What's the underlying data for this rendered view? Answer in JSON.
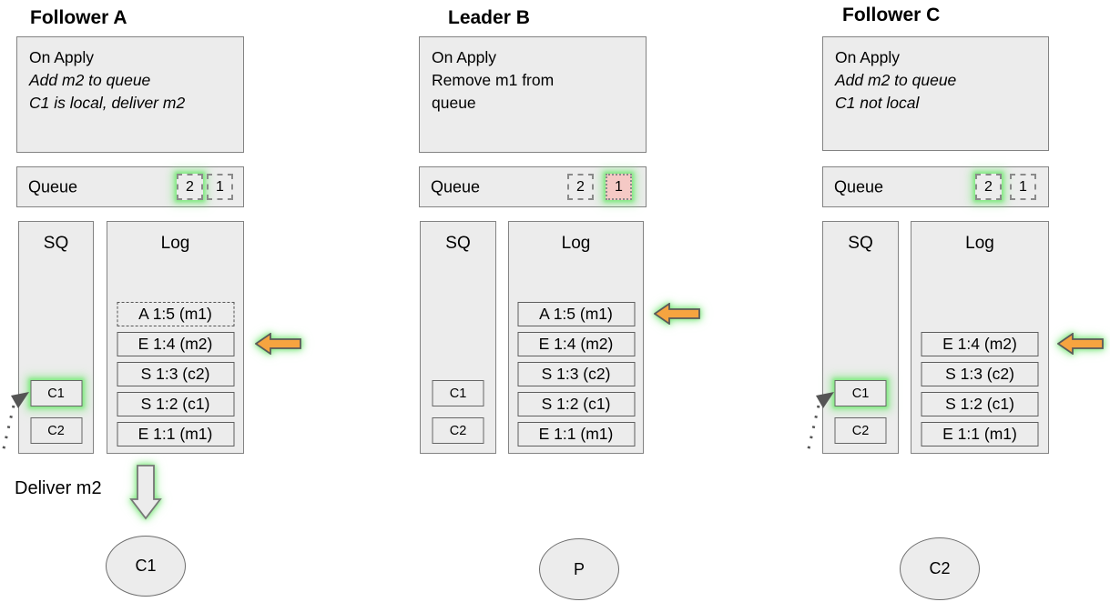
{
  "colors": {
    "glow_green": "#7fe97f",
    "arrow_orange": "#f6a440",
    "queue_pink": "#f5c9c5",
    "box_fill": "#ececec",
    "border_gray": "#838383"
  },
  "columns": [
    {
      "title": "Follower A",
      "on_apply": {
        "lines": [
          "On Apply",
          "Add m2 to queue",
          "C1 is local, deliver m2"
        ]
      },
      "queue": {
        "label": "Queue",
        "items": [
          {
            "value": "2"
          },
          {
            "value": "1"
          }
        ]
      },
      "sq": {
        "label": "SQ",
        "items": [
          {
            "value": "C1"
          },
          {
            "value": "C2"
          }
        ]
      },
      "log": {
        "label": "Log",
        "entries": [
          {
            "text": "A 1:5 (m1)"
          },
          {
            "text": "E 1:4 (m2)"
          },
          {
            "text": "S 1:3 (c2)"
          },
          {
            "text": "S 1:2 (c1)"
          },
          {
            "text": "E 1:1 (m1)"
          }
        ]
      },
      "deliver_label": "Deliver m2",
      "node_label": "C1"
    },
    {
      "title": "Leader B",
      "on_apply": {
        "lines": [
          "On Apply",
          "Remove m1 from",
          "queue"
        ]
      },
      "queue": {
        "label": "Queue",
        "items": [
          {
            "value": "2"
          },
          {
            "value": "1"
          }
        ]
      },
      "sq": {
        "label": "SQ",
        "items": [
          {
            "value": "C1"
          },
          {
            "value": "C2"
          }
        ]
      },
      "log": {
        "label": "Log",
        "entries": [
          {
            "text": "A 1:5 (m1)"
          },
          {
            "text": "E 1:4 (m2)"
          },
          {
            "text": "S 1:3 (c2)"
          },
          {
            "text": "S 1:2 (c1)"
          },
          {
            "text": "E 1:1 (m1)"
          }
        ]
      },
      "node_label": "P"
    },
    {
      "title": "Follower C",
      "on_apply": {
        "lines": [
          "On Apply",
          "Add m2 to queue",
          "C1 not local"
        ]
      },
      "queue": {
        "label": "Queue",
        "items": [
          {
            "value": "2"
          },
          {
            "value": "1"
          }
        ]
      },
      "sq": {
        "label": "SQ",
        "items": [
          {
            "value": "C1"
          },
          {
            "value": "C2"
          }
        ]
      },
      "log": {
        "label": "Log",
        "entries": [
          {
            "text": "E 1:4 (m2)"
          },
          {
            "text": "S 1:3 (c2)"
          },
          {
            "text": "S 1:2 (c1)"
          },
          {
            "text": "E 1:1 (m1)"
          }
        ]
      },
      "node_label": "C2"
    }
  ]
}
